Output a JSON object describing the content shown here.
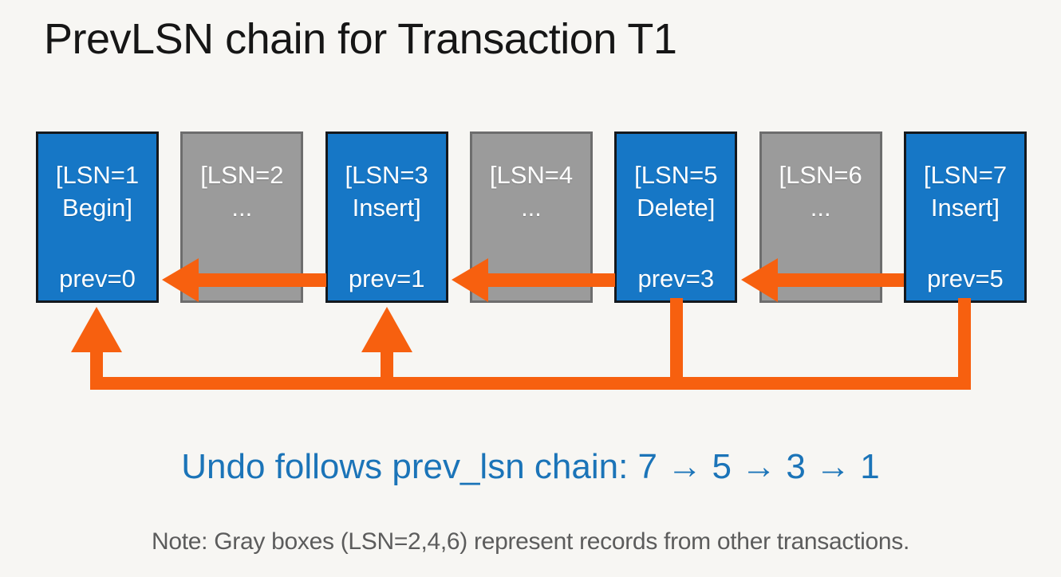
{
  "title": "PrevLSN chain for Transaction T1",
  "colors": {
    "background": "#f7f6f3",
    "blue_box": "#1677c6",
    "gray_box": "#9b9b9b",
    "orange_arrow": "#f7600f",
    "blue_text": "#1b74b8",
    "note_text": "#5c5c5c"
  },
  "boxes": [
    {
      "line1": "[LSN=1",
      "line2": "Begin]",
      "prev": "prev=0",
      "variant": "blue"
    },
    {
      "line1": "[LSN=2",
      "line2": "...",
      "prev": "",
      "variant": "gray"
    },
    {
      "line1": "[LSN=3",
      "line2": "Insert]",
      "prev": "prev=1",
      "variant": "blue"
    },
    {
      "line1": "[LSN=4",
      "line2": "...",
      "prev": "",
      "variant": "gray"
    },
    {
      "line1": "[LSN=5",
      "line2": "Delete]",
      "prev": "prev=3",
      "variant": "blue"
    },
    {
      "line1": "[LSN=6",
      "line2": "...",
      "prev": "",
      "variant": "gray"
    },
    {
      "line1": "[LSN=7",
      "line2": "Insert]",
      "prev": "prev=5",
      "variant": "blue"
    }
  ],
  "undo_caption": "Undo follows prev_lsn chain: 7 → 5 → 3 → 1",
  "note": "Note: Gray boxes (LSN=2,4,6) represent records from other transactions."
}
